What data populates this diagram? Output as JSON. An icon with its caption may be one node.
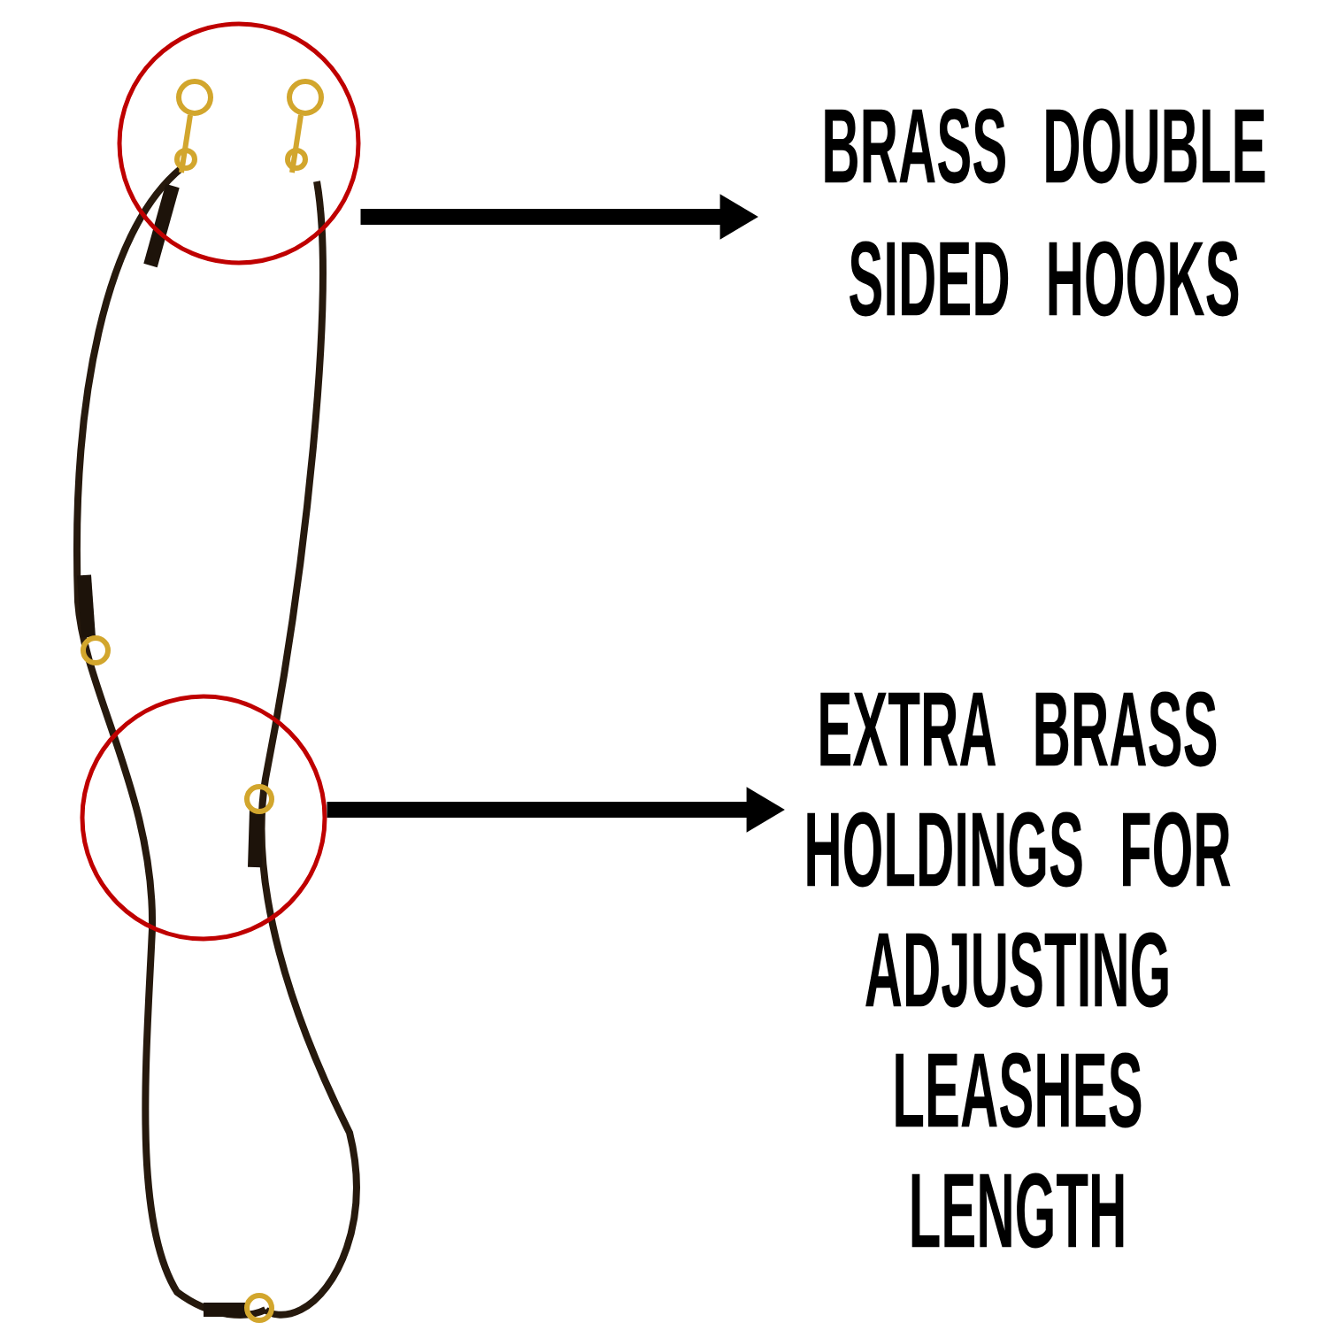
{
  "diagram": {
    "nodes": [
      {
        "text": [],
        "shape": "circle"
      },
      {
        "text": [],
        "shape": "circle"
      },
      {
        "text": [
          "BRASS DOUBLE SIDED HOOKS"
        ]
      },
      {
        "text": [
          "EXTRA BRASS HOLDINGS FOR ADJUSTING LEASHES LENGTH"
        ]
      }
    ],
    "edges": [
      {
        "from": 0,
        "to": 2,
        "arrow": "to"
      },
      {
        "from": 1,
        "to": 3,
        "arrow": "to"
      }
    ]
  }
}
